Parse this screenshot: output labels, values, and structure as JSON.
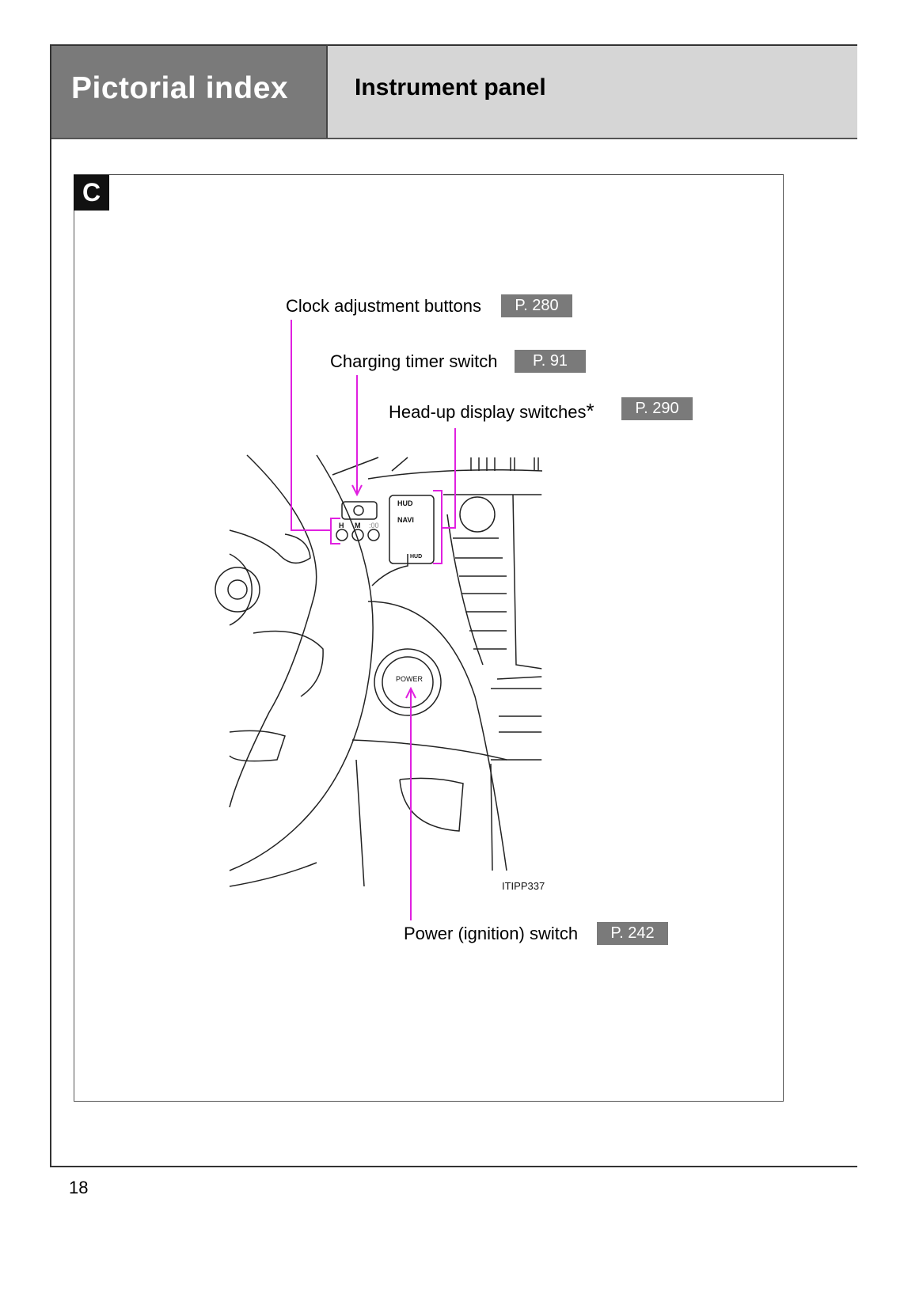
{
  "header": {
    "section": "Pictorial index",
    "title": "Instrument panel"
  },
  "panel_marker": "C",
  "callouts": [
    {
      "label": "Clock adjustment buttons",
      "page": "P. 280"
    },
    {
      "label": "Charging timer switch",
      "page": "P. 91"
    },
    {
      "label": "Head-up display switches",
      "asterisk": "*",
      "page": "P. 290"
    },
    {
      "label": "Power (ignition) switch",
      "page": "P. 242"
    }
  ],
  "illustration": {
    "hud": "HUD",
    "navi": "NAVI",
    "hud_small": "HUD",
    "h": "H",
    "m": "M",
    "zero": ":00",
    "power": "POWER",
    "code": "ITIPP337"
  },
  "colors": {
    "callout_line": "#e020e0",
    "badge": "#7a7a7a"
  },
  "page_number": "18"
}
